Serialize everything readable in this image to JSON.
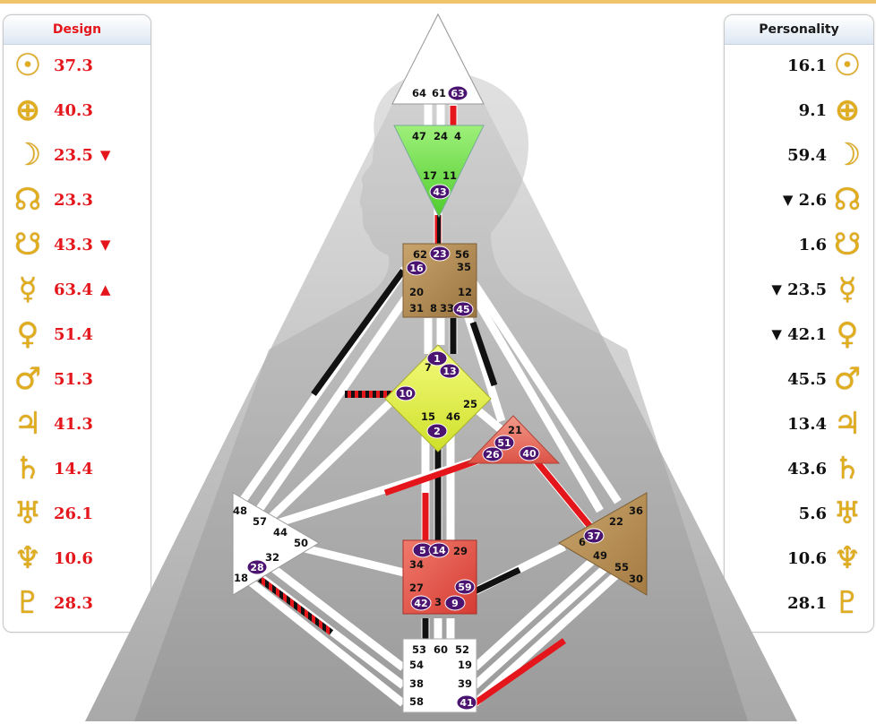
{
  "design": {
    "title": "Design",
    "rows": [
      {
        "icon": "sun-icon",
        "glyph": "☉",
        "value": "37.3",
        "arrow": ""
      },
      {
        "icon": "earth-icon",
        "glyph": "⊕",
        "value": "40.3",
        "arrow": ""
      },
      {
        "icon": "moon-icon",
        "glyph": "☽",
        "value": "23.5",
        "arrow": "▼"
      },
      {
        "icon": "north-node-icon",
        "glyph": "☊",
        "value": "23.3",
        "arrow": ""
      },
      {
        "icon": "south-node-icon",
        "glyph": "☋",
        "value": "43.3",
        "arrow": "▼"
      },
      {
        "icon": "mercury-icon",
        "glyph": "☿",
        "value": "63.4",
        "arrow": "▲"
      },
      {
        "icon": "venus-icon",
        "glyph": "♀",
        "value": "51.4",
        "arrow": ""
      },
      {
        "icon": "mars-icon",
        "glyph": "♂",
        "value": "51.3",
        "arrow": ""
      },
      {
        "icon": "jupiter-icon",
        "glyph": "♃",
        "value": "41.3",
        "arrow": ""
      },
      {
        "icon": "saturn-icon",
        "glyph": "♄",
        "value": "14.4",
        "arrow": ""
      },
      {
        "icon": "uranus-icon",
        "glyph": "♅",
        "value": "26.1",
        "arrow": ""
      },
      {
        "icon": "neptune-icon",
        "glyph": "♆",
        "value": "10.6",
        "arrow": ""
      },
      {
        "icon": "pluto-icon",
        "glyph": "♇",
        "value": "28.3",
        "arrow": ""
      }
    ]
  },
  "personality": {
    "title": "Personality",
    "rows": [
      {
        "icon": "sun-icon",
        "glyph": "☉",
        "value": "16.1",
        "arrow": ""
      },
      {
        "icon": "earth-icon",
        "glyph": "⊕",
        "value": "9.1",
        "arrow": ""
      },
      {
        "icon": "moon-icon",
        "glyph": "☽",
        "value": "59.4",
        "arrow": ""
      },
      {
        "icon": "north-node-icon",
        "glyph": "☊",
        "value": "2.6",
        "arrow": "▼"
      },
      {
        "icon": "south-node-icon",
        "glyph": "☋",
        "value": "1.6",
        "arrow": ""
      },
      {
        "icon": "mercury-icon",
        "glyph": "☿",
        "value": "23.5",
        "arrow": "▼"
      },
      {
        "icon": "venus-icon",
        "glyph": "♀",
        "value": "42.1",
        "arrow": "▼"
      },
      {
        "icon": "mars-icon",
        "glyph": "♂",
        "value": "45.5",
        "arrow": ""
      },
      {
        "icon": "jupiter-icon",
        "glyph": "♃",
        "value": "13.4",
        "arrow": ""
      },
      {
        "icon": "saturn-icon",
        "glyph": "♄",
        "value": "43.6",
        "arrow": ""
      },
      {
        "icon": "uranus-icon",
        "glyph": "♅",
        "value": "5.6",
        "arrow": ""
      },
      {
        "icon": "neptune-icon",
        "glyph": "♆",
        "value": "10.6",
        "arrow": ""
      },
      {
        "icon": "pluto-icon",
        "glyph": "♇",
        "value": "28.1",
        "arrow": ""
      }
    ]
  },
  "colors": {
    "design_red": "#e4161b",
    "planet_gold": "#e0ad1f",
    "badge_purple": "#4b1470",
    "head_center": "#ffffff",
    "ajna_center": "#77dd44",
    "throat_center": "#b8935c",
    "g_center": "#e3f04a",
    "heart_center": "#e8665a",
    "spleen_center": "#ffffff",
    "sacral_center": "#e04a42",
    "solar_plexus_center": "#b8935c",
    "root_center": "#ffffff"
  },
  "centers": {
    "head": {
      "gates": [
        "64",
        "61"
      ],
      "badges": [
        "63"
      ]
    },
    "ajna": {
      "gates": [
        "47",
        "24",
        "4",
        "17",
        "11"
      ],
      "badges": [
        "43"
      ]
    },
    "throat": {
      "gates": [
        "62",
        "56",
        "35",
        "20",
        "12",
        "31",
        "8",
        "33"
      ],
      "badges": [
        "23",
        "16",
        "45"
      ]
    },
    "g": {
      "gates": [
        "7",
        "15",
        "46",
        "25"
      ],
      "badges": [
        "1",
        "13",
        "10",
        "2"
      ]
    },
    "heart": {
      "gates": [
        "21"
      ],
      "badges": [
        "51",
        "26",
        "40"
      ]
    },
    "spleen": {
      "gates": [
        "48",
        "57",
        "44",
        "50",
        "32",
        "18"
      ],
      "badges": [
        "28"
      ]
    },
    "sacral": {
      "gates": [
        "29",
        "34",
        "27",
        "3"
      ],
      "badges": [
        "5",
        "14",
        "59",
        "42",
        "9"
      ]
    },
    "solar_plexus": {
      "gates": [
        "36",
        "22",
        "6",
        "49",
        "55",
        "30"
      ],
      "badges": [
        "37"
      ]
    },
    "root": {
      "gates": [
        "53",
        "60",
        "52",
        "54",
        "19",
        "38",
        "39",
        "58"
      ],
      "badges": [
        "41"
      ]
    }
  }
}
